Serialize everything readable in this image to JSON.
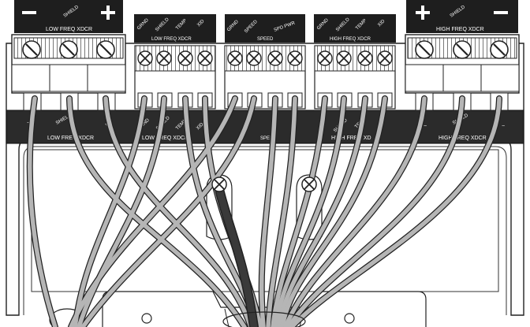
{
  "terminal_blocks": [
    {
      "id": "low_freq",
      "title": "LOW FREQ XDCR",
      "pins": [
        "−",
        "SHIELD",
        "+"
      ],
      "big_symbols": [
        "−",
        "+"
      ]
    },
    {
      "id": "low_freq_sensor",
      "title": "LOW FREQ XDCR",
      "pins": [
        "GRND",
        "SHIELD",
        "TEMP",
        "XID"
      ]
    },
    {
      "id": "speed",
      "title": "SPEED",
      "pins": [
        "GRND",
        "SPEED",
        "SPD PWR"
      ]
    },
    {
      "id": "high_freq_sensor",
      "title": "HIGH FREQ XDCR",
      "pins": [
        "GRND",
        "SHIELD",
        "TEMP",
        "XID"
      ]
    },
    {
      "id": "high_freq",
      "title": "HIGH FREQ XDCR",
      "pins": [
        "+",
        "SHIELD",
        "−"
      ],
      "big_symbols": [
        "+",
        "−"
      ]
    }
  ],
  "base_labels": {
    "left_minus": "−",
    "left_shield": "SHIELD",
    "left_plus": "+",
    "low_freq": "LOW FREQ XDCR",
    "grnd": "GRND",
    "shield2": "SHIELD",
    "temp2": "TEMP",
    "xid2": "XID",
    "low_freq_2": "LOW FREQ XDCR",
    "speed": "SPEED",
    "shield3": "SHIELD",
    "temp3": "TEMP",
    "high_freq_2": "HIGH FREQ XD",
    "right_minus": "−",
    "right_shield": "SHIELD",
    "right_minus_2": "−",
    "high_freq": "HIGH FREQ XDCR"
  },
  "colors": {
    "label_bg": "#1e1e1e",
    "cable": "#b5b5b5",
    "cable_dark": "#2a2a2a",
    "outline": "#222222"
  }
}
